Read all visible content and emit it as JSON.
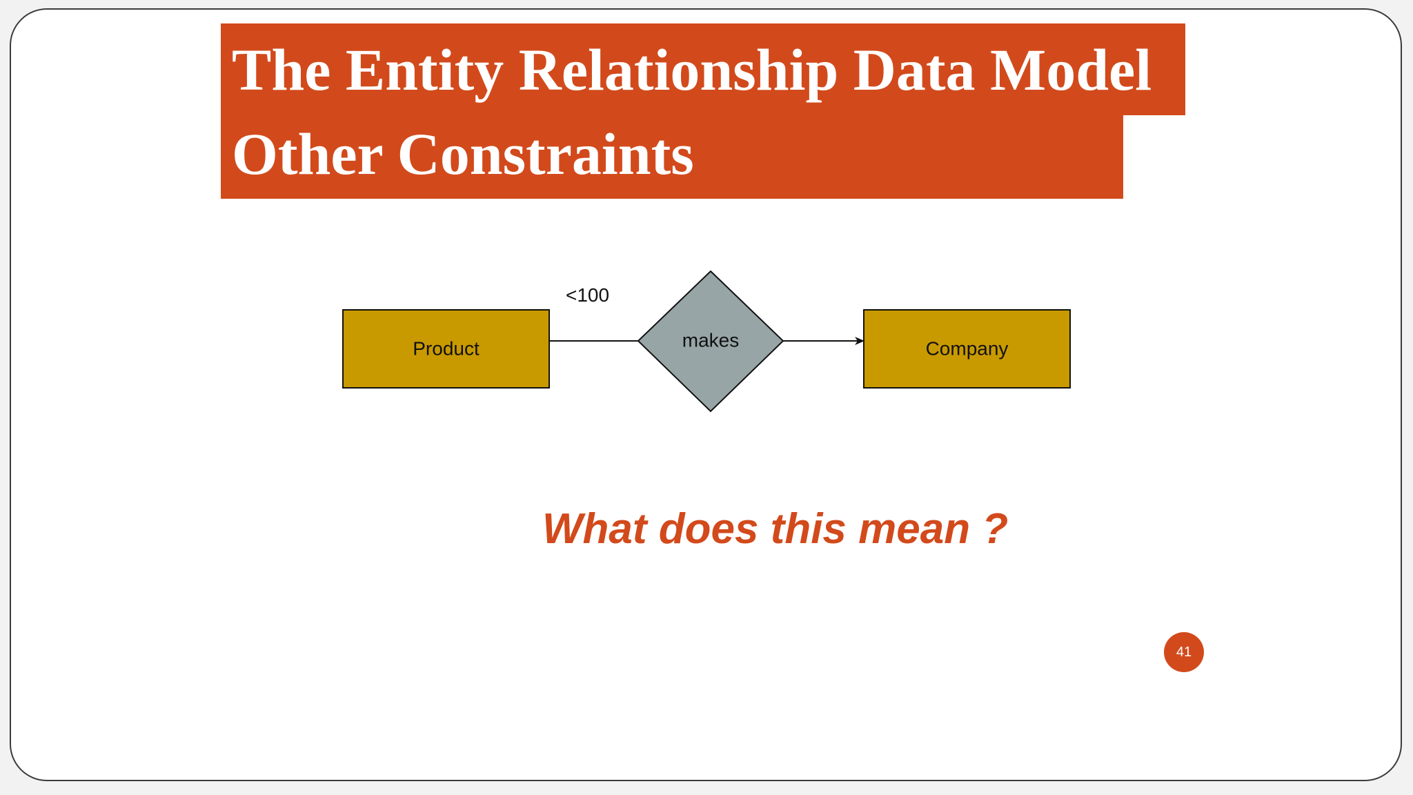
{
  "slide": {
    "title_line1": "The Entity Relationship Data Model",
    "title_line2": "Other Constraints",
    "question": "What does this mean ?",
    "page_number": "41"
  },
  "diagram": {
    "entities": {
      "left": "Product",
      "right": "Company"
    },
    "relationship": "makes",
    "constraint_label": "<100",
    "colors": {
      "title_background": "#d24a1c",
      "entity_fill": "#c99a00",
      "relationship_fill": "#97a5a6",
      "accent_text": "#d24a1c"
    },
    "connections": [
      {
        "from": "Product",
        "to": "makes",
        "style": "line"
      },
      {
        "from": "makes",
        "to": "Company",
        "style": "arrow"
      }
    ]
  }
}
